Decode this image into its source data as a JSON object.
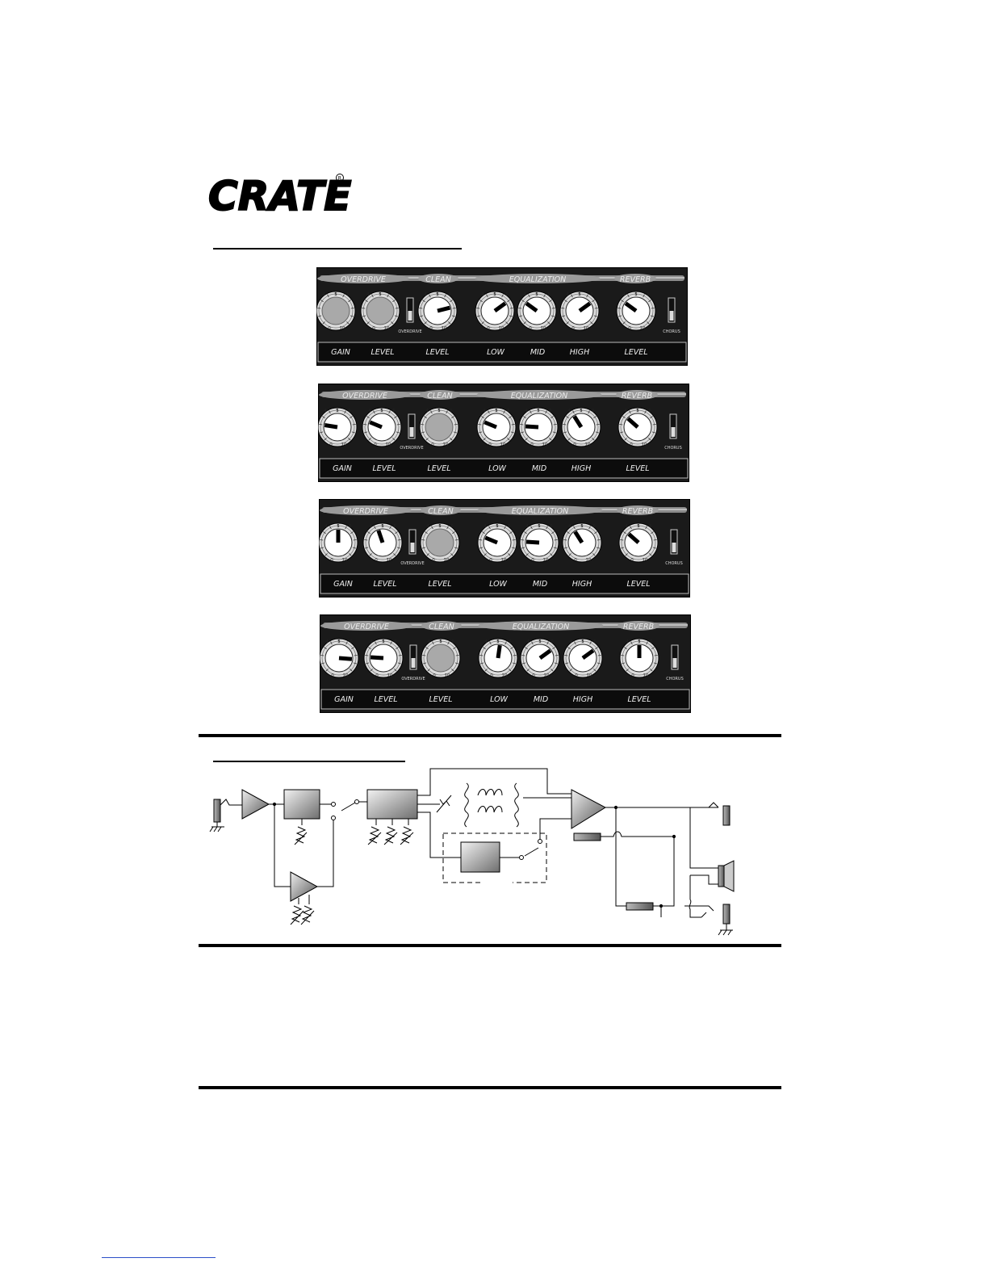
{
  "brand": {
    "logo_text": "CRATE"
  },
  "panel": {
    "sections": [
      "OVERDRIVE",
      "CLEAN",
      "EQUALIZATION",
      "REVERB"
    ],
    "labels": [
      "GAIN",
      "LEVEL",
      "LEVEL",
      "LOW",
      "MID",
      "HIGH",
      "LEVEL"
    ],
    "switch_left_label": "OVERDRIVE",
    "switch_right_label": "CHORUS",
    "dial_top_numbers": [
      "4",
      "5",
      "6"
    ],
    "dial_bottom_numbers": [
      "0",
      "10"
    ]
  },
  "presets": [
    {
      "dials": [
        null,
        null,
        0.78,
        0.7,
        0.3,
        0.7,
        0.3
      ],
      "switch_left": "down",
      "switch_right": "down"
    },
    {
      "dials": [
        0.2,
        0.25,
        null,
        0.25,
        0.18,
        0.38,
        0.32
      ],
      "switch_left": "down",
      "switch_right": "down"
    },
    {
      "dials": [
        0.5,
        0.43,
        null,
        0.25,
        0.18,
        0.38,
        0.32
      ],
      "switch_left": "down",
      "switch_right": "down"
    },
    {
      "dials": [
        0.85,
        0.18,
        null,
        0.53,
        0.7,
        0.7,
        0.5
      ],
      "switch_left": "down",
      "switch_right": "down"
    }
  ]
}
